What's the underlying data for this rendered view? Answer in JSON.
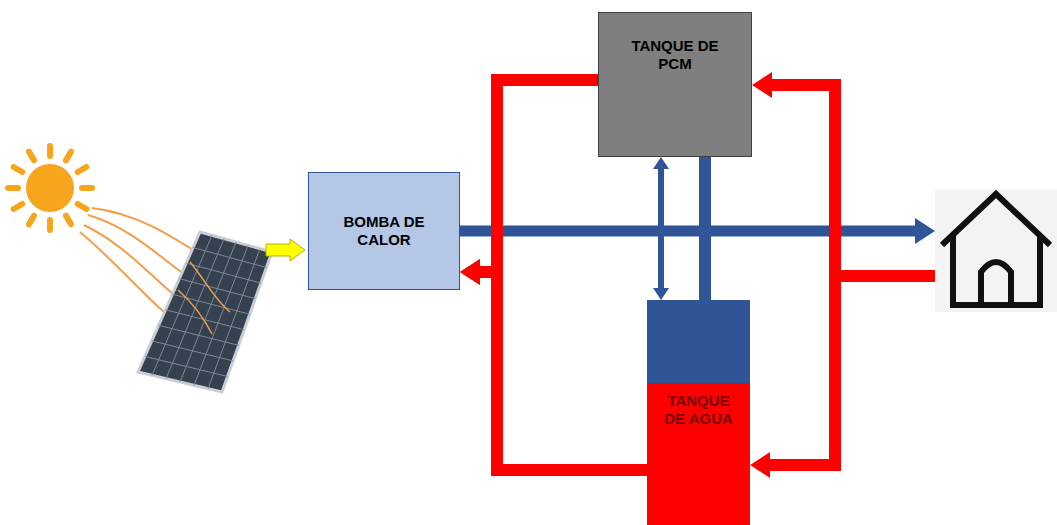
{
  "diagram": {
    "nodes": [
      {
        "text": [
          "BOMBA DE CALOR"
        ]
      },
      {
        "text": [
          "TANQUE DE PCM"
        ]
      },
      {
        "text": [
          "TANQUE DE AGUA"
        ]
      }
    ],
    "edges": [
      {
        "from": 1,
        "to": 2,
        "arrow": "both"
      },
      {
        "from": 1,
        "to": 2,
        "arrow": "none"
      },
      {
        "from": 2,
        "to": 0,
        "arrow": "to"
      },
      {
        "from": 1,
        "to": 0,
        "arrow": "to"
      }
    ]
  }
}
